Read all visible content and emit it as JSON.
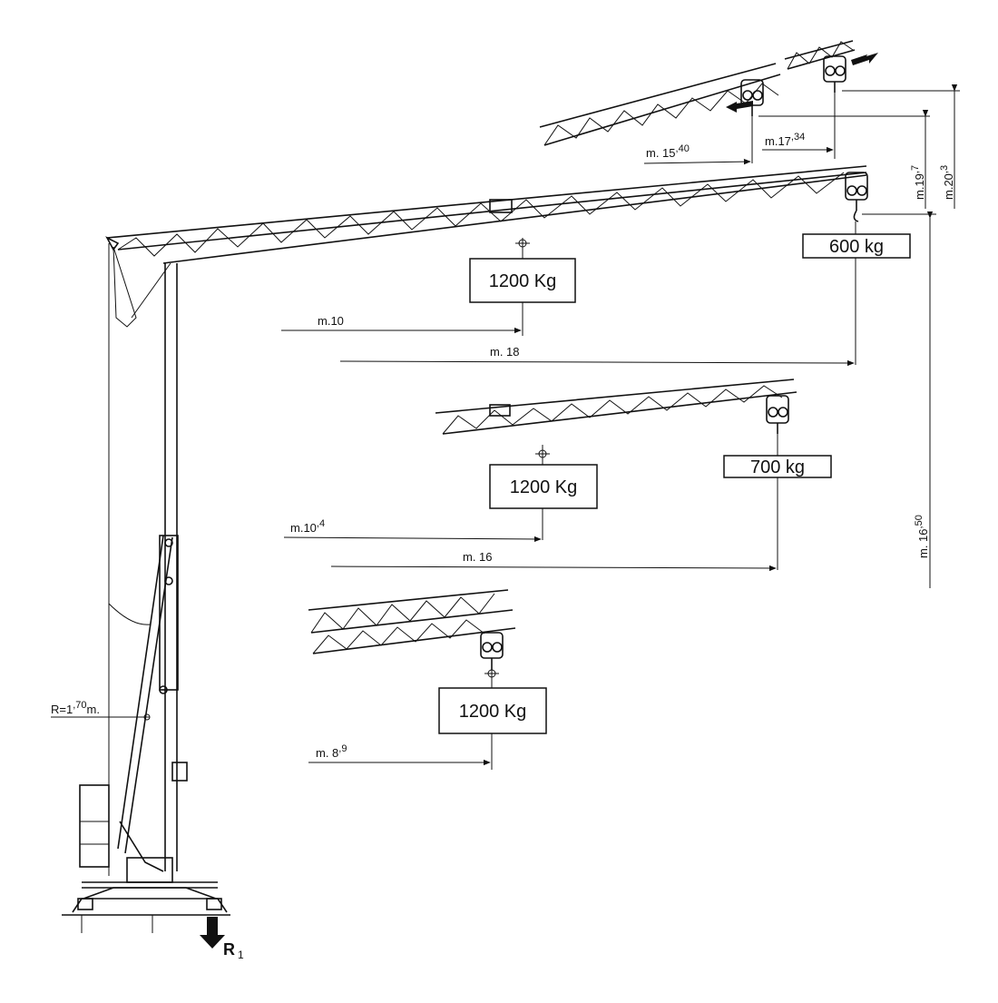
{
  "loads": {
    "upper_inner": "1200 Kg",
    "upper_tip": "600 kg",
    "middle_inner": "1200 Kg",
    "middle_tip": "700 kg",
    "lower": "1200 Kg"
  },
  "dims": {
    "m10_main": "m.10",
    "m18": "m. 18",
    "m10_4_main": "m.10",
    "m10_4_sup": ",4",
    "m16": "m. 16",
    "m8_9_main": "m.  8",
    "m8_9_sup": ",9",
    "m15_40_main": "m. 15",
    "m15_40_sup": ",40",
    "m17_34_main": "m.17",
    "m17_34_sup": ",34",
    "m19_7_main": "m.19",
    "m19_7_sup": ",7",
    "m20_3_main": "m.20",
    "m20_3_sup": ",3",
    "m16_50_main": "m. 16",
    "m16_50_sup": ",50",
    "radius_main": "R=1",
    "radius_sup": ",70",
    "radius_tail": "m.",
    "reaction": "R",
    "reaction_sub": "1"
  }
}
